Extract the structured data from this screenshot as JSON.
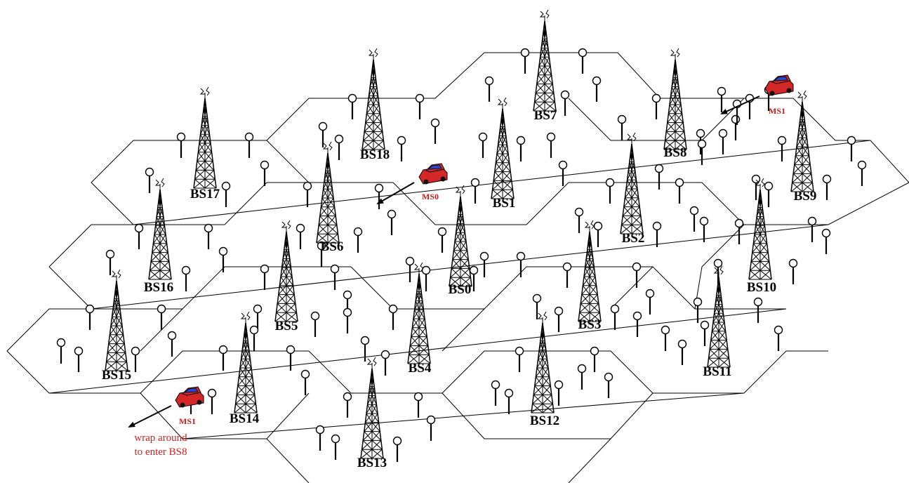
{
  "base_stations": [
    {
      "id": "BS0"
    },
    {
      "id": "BS1"
    },
    {
      "id": "BS2"
    },
    {
      "id": "BS3"
    },
    {
      "id": "BS4"
    },
    {
      "id": "BS5"
    },
    {
      "id": "BS6"
    },
    {
      "id": "BS7"
    },
    {
      "id": "BS8"
    },
    {
      "id": "BS9"
    },
    {
      "id": "BS10"
    },
    {
      "id": "BS11"
    },
    {
      "id": "BS12"
    },
    {
      "id": "BS13"
    },
    {
      "id": "BS14"
    },
    {
      "id": "BS15"
    },
    {
      "id": "BS16"
    },
    {
      "id": "BS17"
    },
    {
      "id": "BS18"
    }
  ],
  "mobiles": [
    {
      "label": "MS0"
    },
    {
      "label": "MS1"
    },
    {
      "label": "MS1"
    }
  ],
  "note": {
    "line1": "wrap around",
    "line2": "to enter BS8"
  },
  "colors": {
    "lines": "#000000",
    "car_body": "#d42828",
    "car_window": "#2848c8",
    "ms_text": "#cc2020"
  }
}
